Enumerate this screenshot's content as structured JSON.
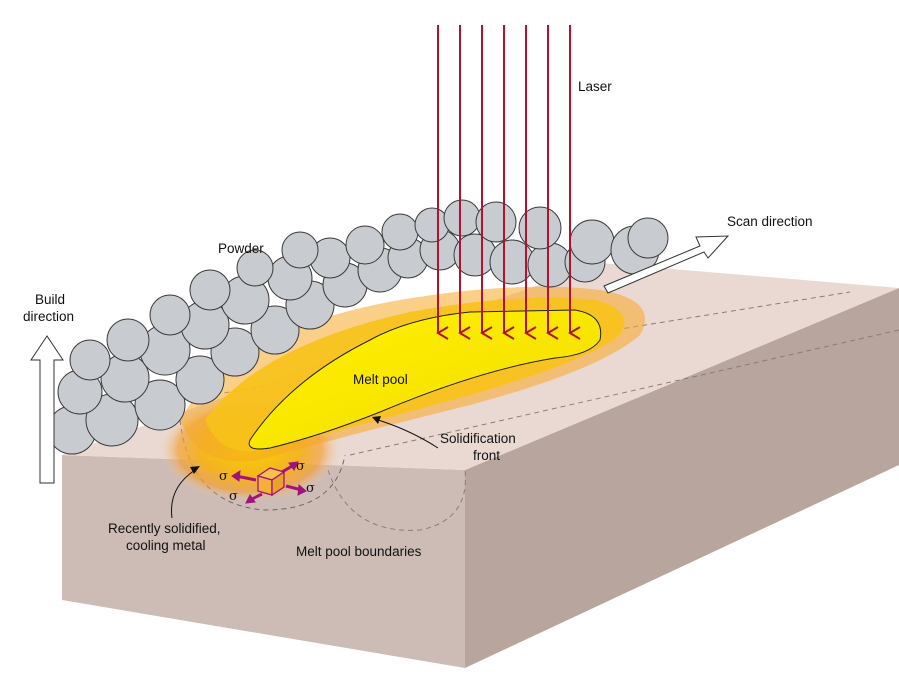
{
  "labels": {
    "laser": "Laser",
    "scan_direction": "Scan direction",
    "powder": "Powder",
    "build_direction_line1": "Build",
    "build_direction_line2": "direction",
    "melt_pool": "Melt pool",
    "solidification_front_line1": "Solidification",
    "solidification_front_line2": "front",
    "recently_solidified_line1": "Recently solidified,",
    "recently_solidified_line2": "cooling metal",
    "melt_pool_boundaries": "Melt pool boundaries",
    "stress_symbol": "σ"
  },
  "colors": {
    "laser_beam": "#b3122e",
    "stress_arrows": "#a0147a",
    "melt_pool_core": "#f7e600",
    "heat_halo": "#f29a1a",
    "block_top": "#ead9d2",
    "block_front": "#ccbcb5",
    "block_side": "#b7a59e",
    "powder_particle": "#c8ccd0"
  },
  "icons": {
    "build_arrow": "up-arrow-icon",
    "scan_arrow": "right-arrow-icon",
    "stress_element": "cube-icon"
  }
}
